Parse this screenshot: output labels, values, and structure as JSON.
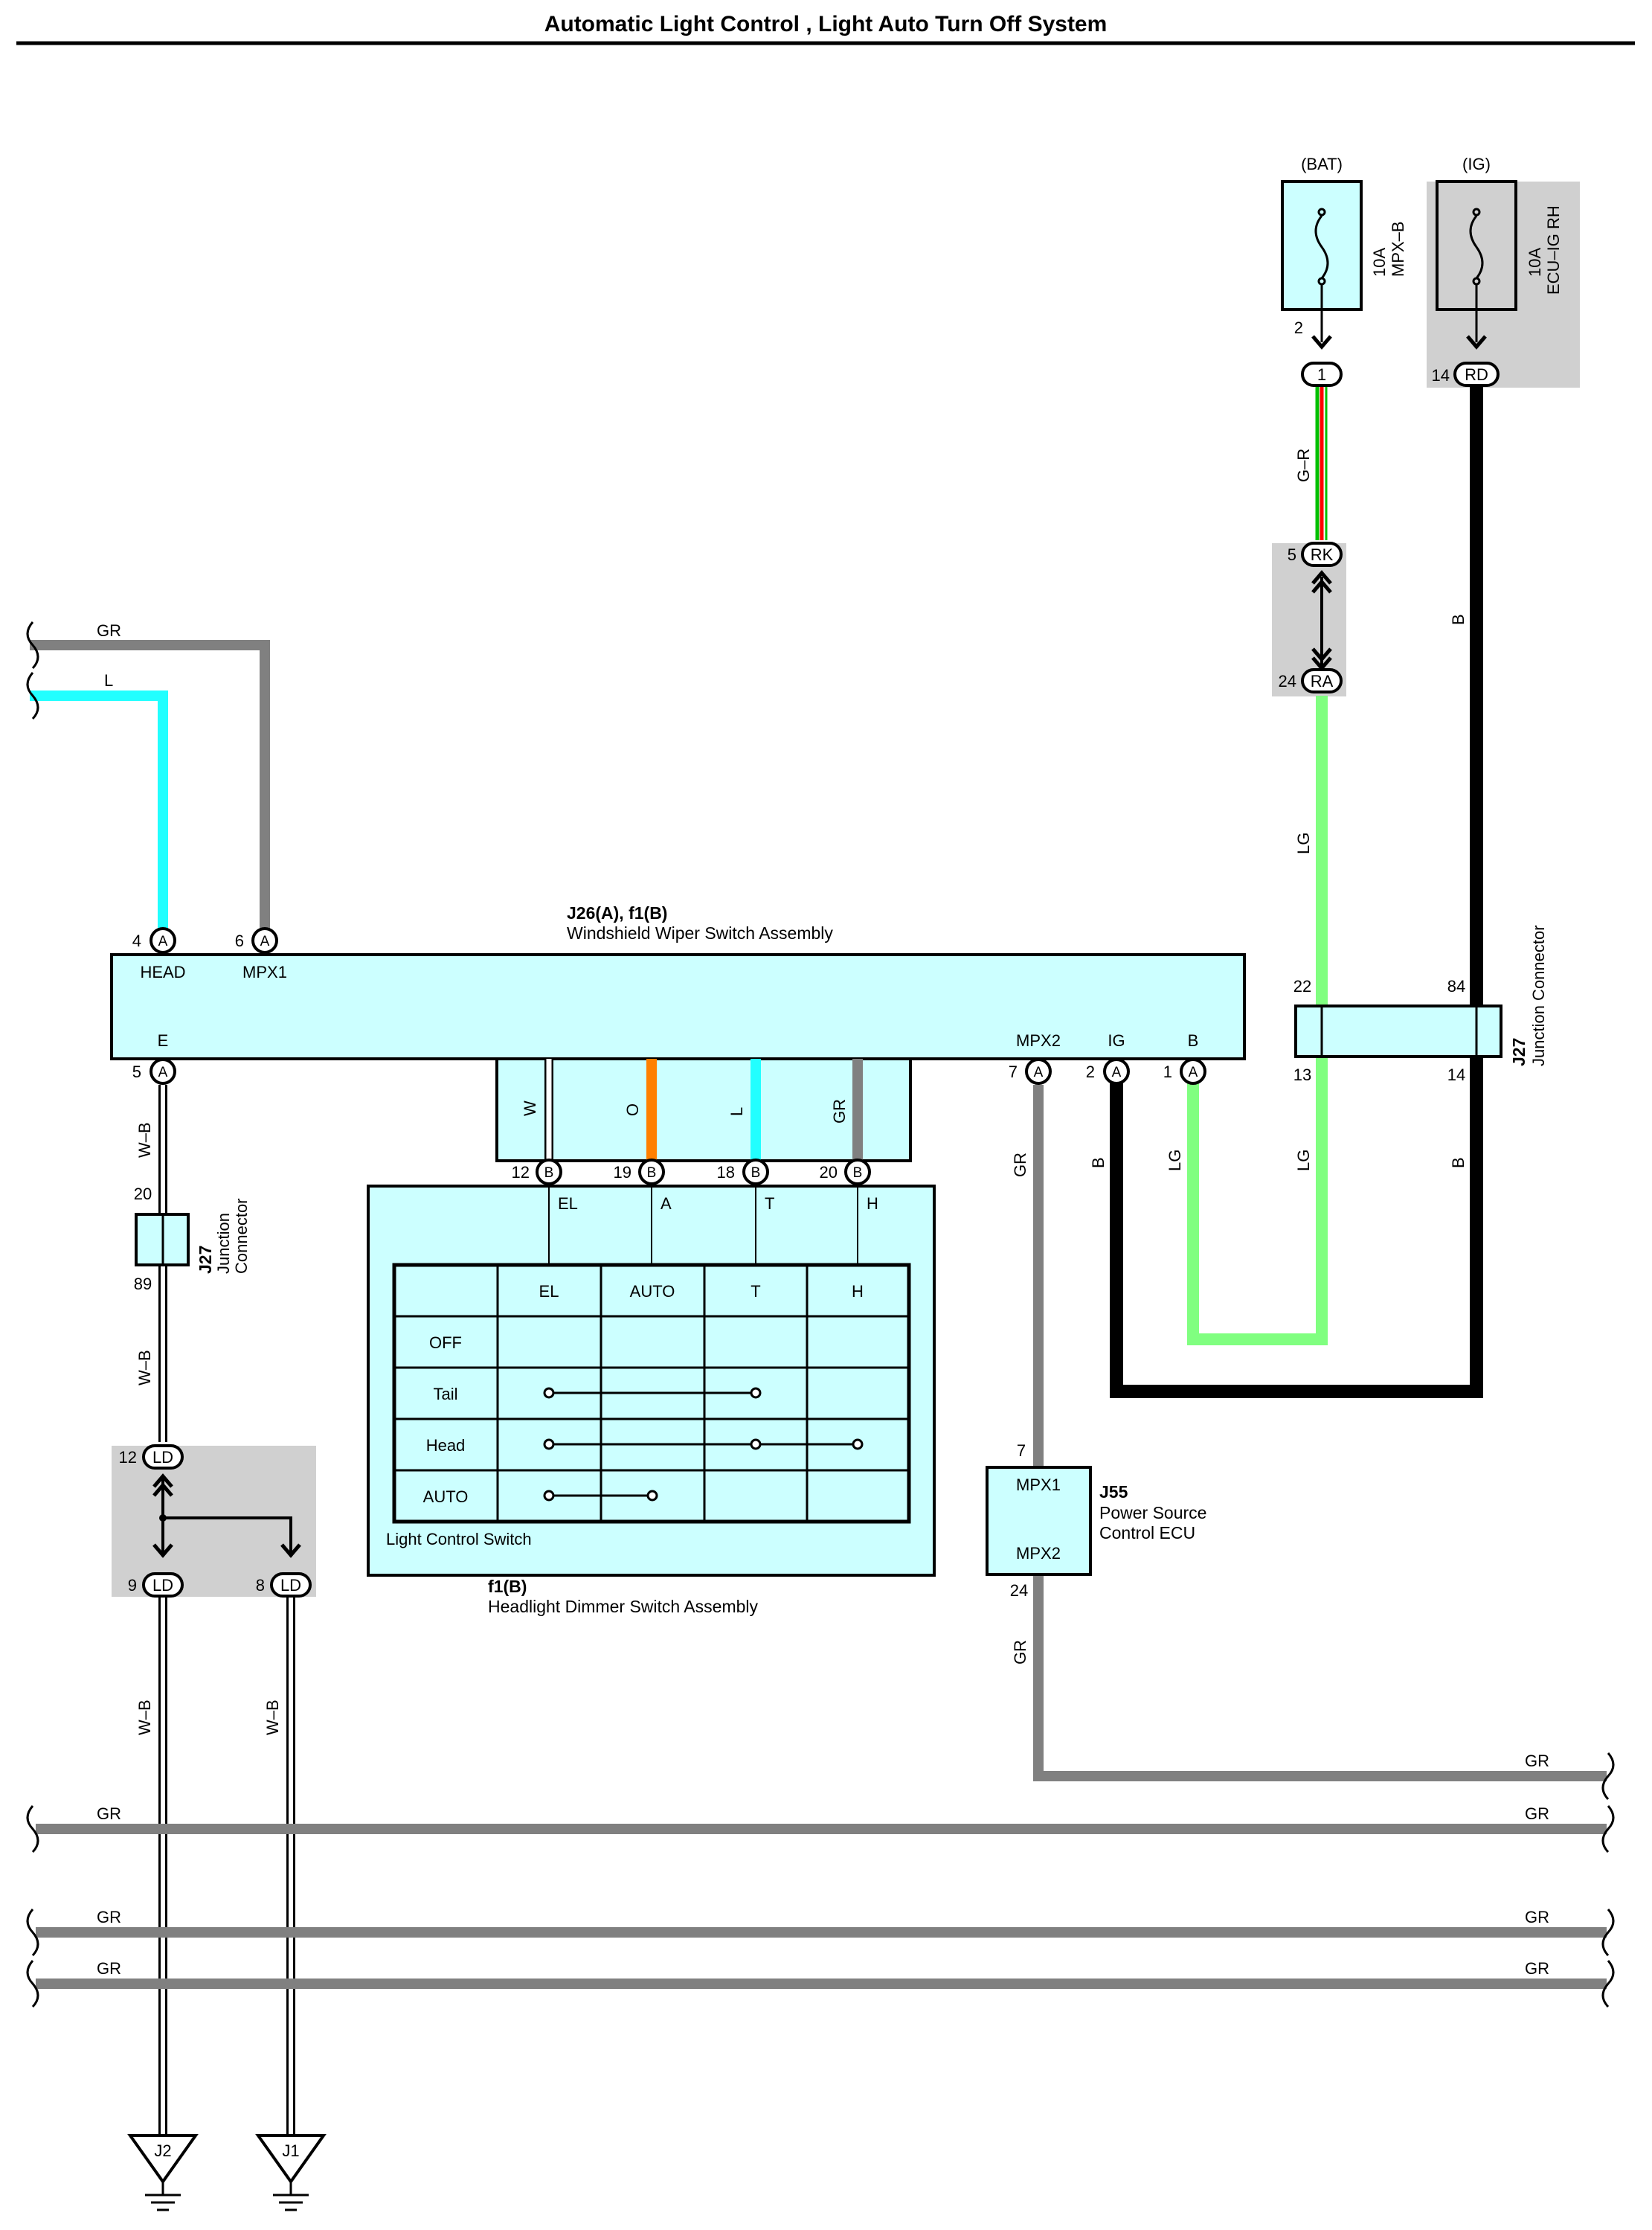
{
  "title": "Automatic Light Control , Light Auto Turn Off System",
  "colors": {
    "GR": "#808080",
    "L": "#22ffff",
    "B": "#000000",
    "LG": "#80ff80",
    "O": "#ff8000",
    "W": "#ffffff",
    "G": "#00b000",
    "R": "#ff0000",
    "box_fill": "#ccffff",
    "shade": "#d0d0d0"
  },
  "fuses": {
    "bat": {
      "supply": "(BAT)",
      "rating": "10A",
      "name": "MPX–B",
      "out_pin": "2"
    },
    "ig": {
      "supply": "(IG)",
      "rating": "10A",
      "name": "ECU–IG RH",
      "out_pin": "14"
    }
  },
  "wiper_switch": {
    "code": "J26(A), f1(B)",
    "name": "Windshield Wiper Switch Assembly",
    "terminals_top": [
      {
        "num": "4",
        "conn": "A",
        "label": "HEAD"
      },
      {
        "num": "6",
        "conn": "A",
        "label": "MPX1"
      }
    ],
    "terminals_bottom": [
      {
        "num": "5",
        "conn": "A",
        "label": "E"
      },
      {
        "num": "7",
        "conn": "A",
        "label": "MPX2"
      },
      {
        "num": "2",
        "conn": "A",
        "label": "IG"
      },
      {
        "num": "1",
        "conn": "A",
        "label": "B"
      }
    ]
  },
  "harness": {
    "wires": [
      "W",
      "O",
      "L",
      "GR"
    ],
    "pins": [
      "12",
      "19",
      "18",
      "20"
    ],
    "conn": "B"
  },
  "dimmer_switch": {
    "code": "f1(B)",
    "name": "Headlight Dimmer Switch Assembly",
    "sub_label": "Light Control Switch",
    "terminals": [
      "EL",
      "A",
      "T",
      "H"
    ],
    "columns": [
      "EL",
      "AUTO",
      "T",
      "H"
    ],
    "rows": [
      "OFF",
      "Tail",
      "Head",
      "AUTO"
    ]
  },
  "junction_connectors": {
    "left": {
      "code": "J27",
      "name1": "Junction",
      "name2": "Connector",
      "pin_top": "20",
      "pin_bottom": "89"
    },
    "right": {
      "code": "J27",
      "name": "Junction Connector",
      "pins": [
        "22",
        "84",
        "13",
        "14"
      ]
    }
  },
  "ecu": {
    "code": "J55",
    "name1": "Power Source",
    "name2": "Control ECU",
    "t1": "MPX1",
    "t2": "MPX2",
    "pin_top": "7",
    "pin_bottom": "24"
  },
  "connectors": {
    "bat_1": {
      "num": "",
      "id": "1"
    },
    "ig_rd": {
      "num": "14",
      "id": "RD"
    },
    "rk": {
      "num": "5",
      "id": "RK"
    },
    "ra": {
      "num": "24",
      "id": "RA"
    },
    "ld12": {
      "num": "12",
      "id": "LD"
    },
    "ld9": {
      "num": "9",
      "id": "LD"
    },
    "ld8": {
      "num": "8",
      "id": "LD"
    }
  },
  "wire_labels": {
    "gr_top": "GR",
    "l_top": "L",
    "g_r": "G–R",
    "b_right": "B",
    "lg_upper": "LG",
    "w_b_1": "W–B",
    "w_b_2": "W–B",
    "w_b_3": "W–B",
    "w_b_4": "W–B",
    "gr_mpx2": "GR",
    "b_ig": "B",
    "lg_b": "LG",
    "lg_13": "LG",
    "b_14": "B",
    "gr_ecu": "GR",
    "bus_gr": "GR"
  },
  "grounds": [
    "J2",
    "J1"
  ]
}
